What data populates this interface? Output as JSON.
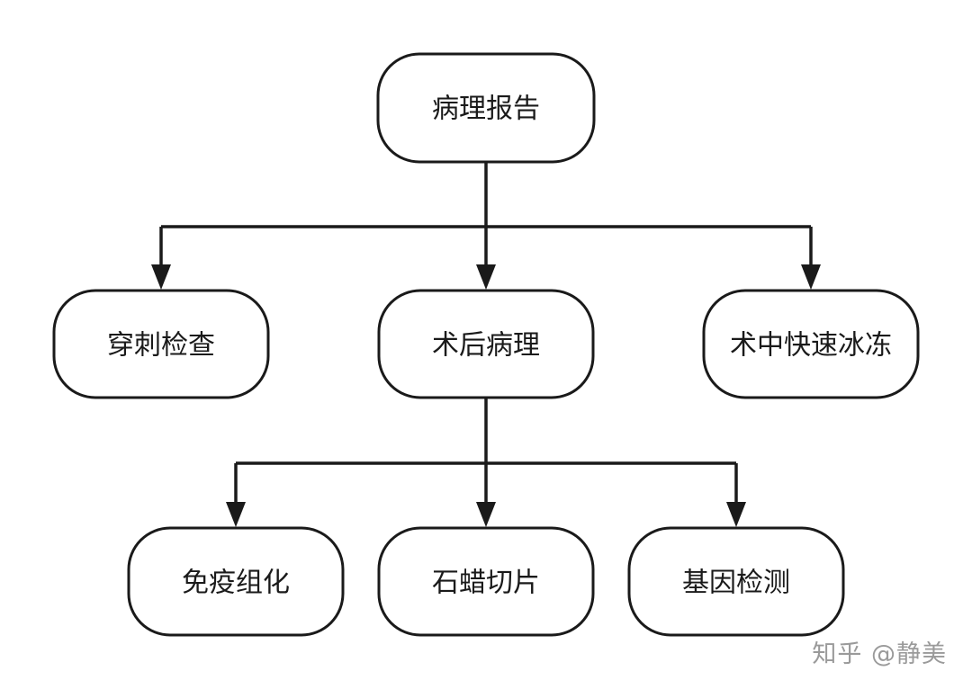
{
  "diagram": {
    "nodes": {
      "root": {
        "label": "病理报告"
      },
      "biopsy": {
        "label": "穿刺检查"
      },
      "postop": {
        "label": "术后病理"
      },
      "frozen": {
        "label": "术中快速冰冻"
      },
      "ihc": {
        "label": "免疫组化"
      },
      "paraffin": {
        "label": "石蜡切片"
      },
      "genetic": {
        "label": "基因检测"
      }
    },
    "edges": [
      {
        "from": "root",
        "to": "biopsy"
      },
      {
        "from": "root",
        "to": "postop"
      },
      {
        "from": "root",
        "to": "frozen"
      },
      {
        "from": "postop",
        "to": "ihc"
      },
      {
        "from": "postop",
        "to": "paraffin"
      },
      {
        "from": "postop",
        "to": "genetic"
      }
    ],
    "colors": {
      "stroke": "#1a1a1a",
      "fill": "#ffffff",
      "watermark": "#9a9a9a"
    }
  },
  "watermark": {
    "text": "知乎 @静美"
  }
}
